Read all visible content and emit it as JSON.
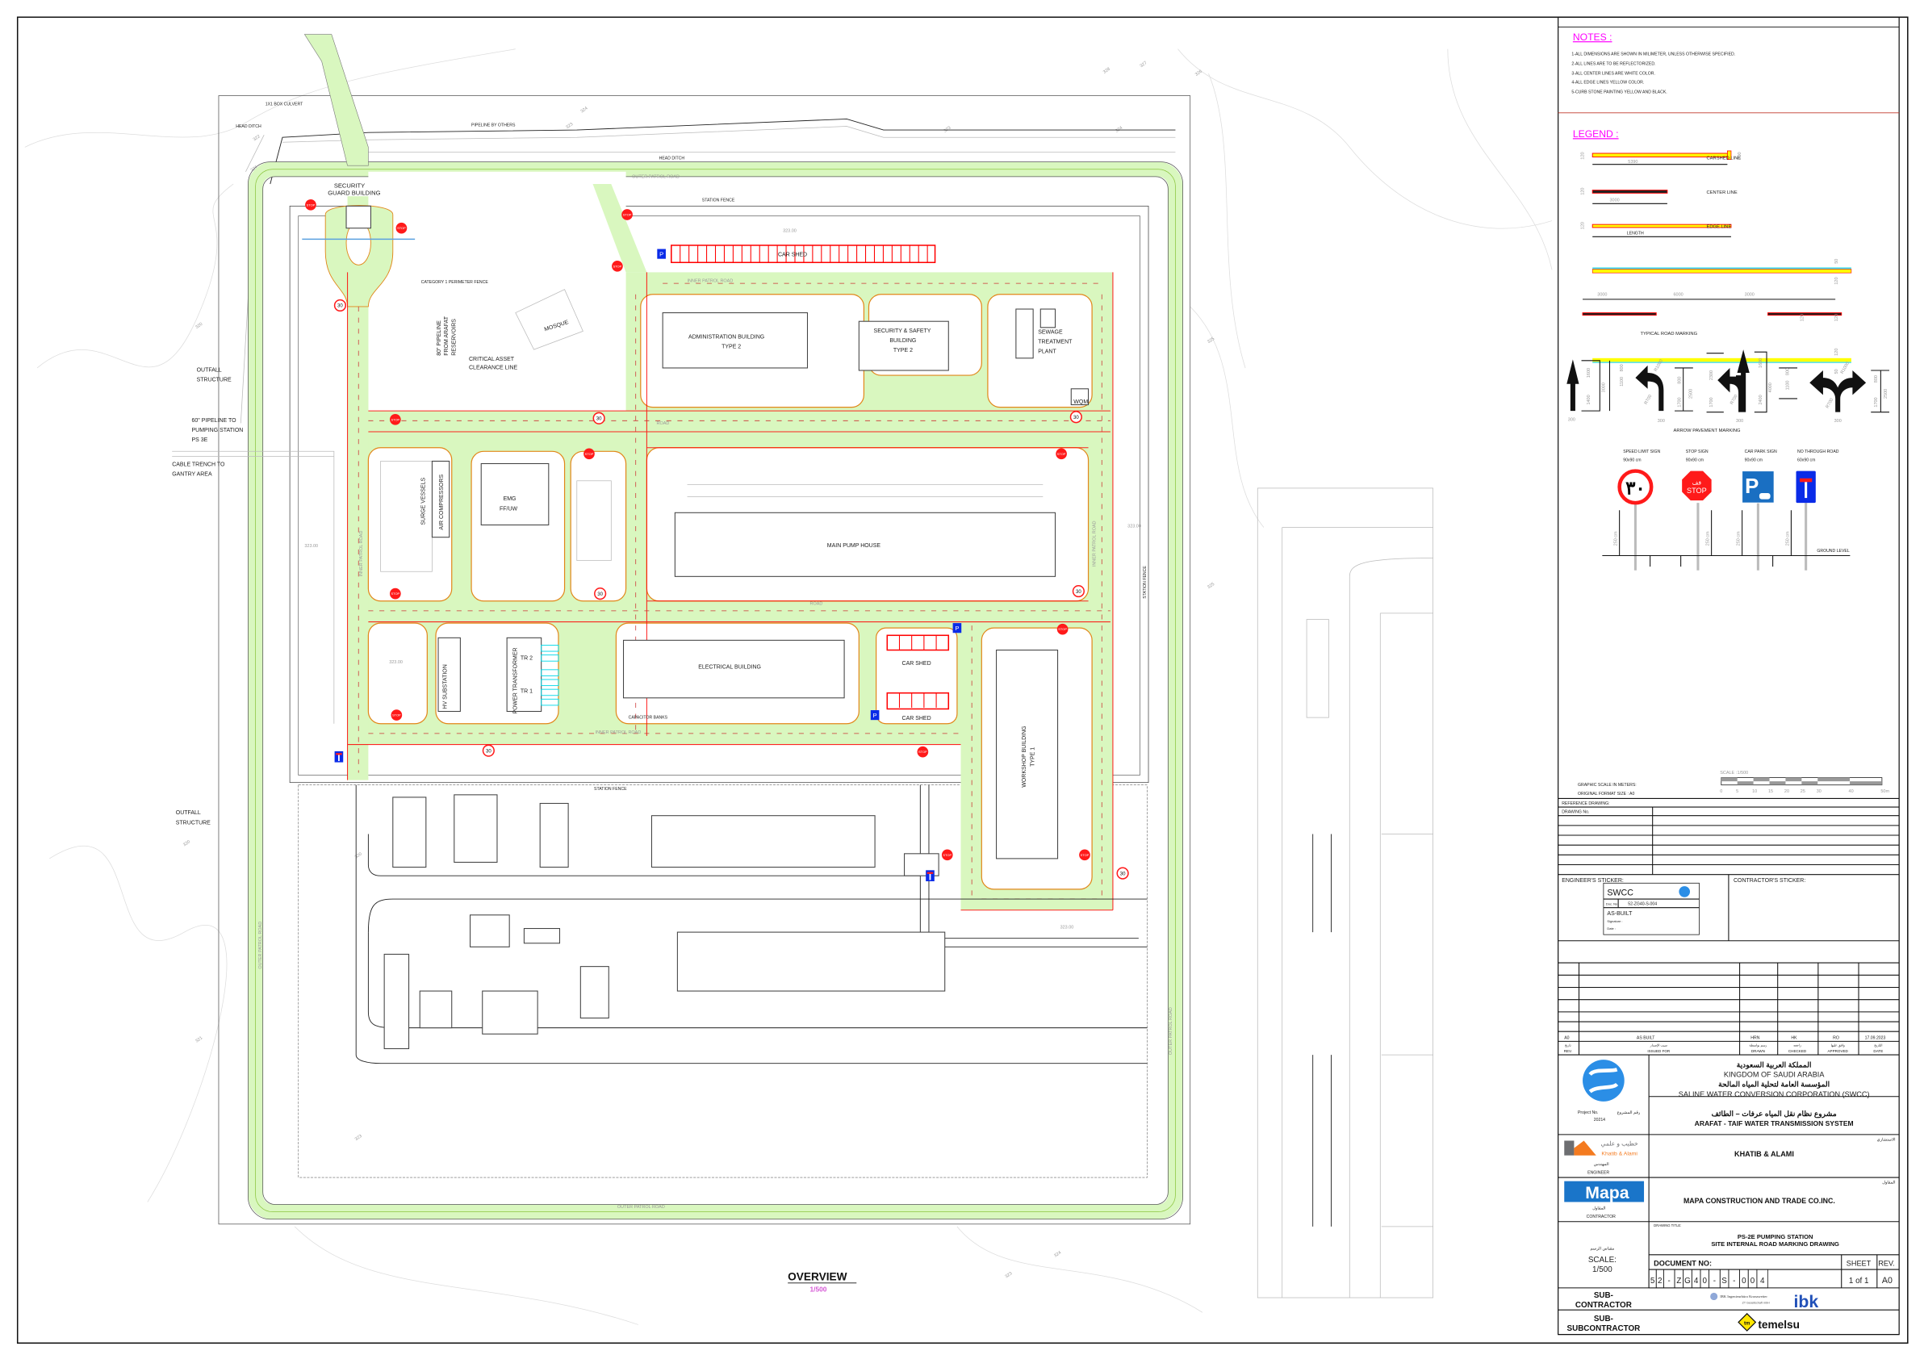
{
  "notes": {
    "title": "NOTES :",
    "items": [
      "1-ALL DIMENSIONS ARE SHOWN IN MILIMETER, UNLESS OTHERWISE SPECIFIED.",
      "2-ALL LINES ARE TO BE REFLECTORIZED.",
      "3-ALL CENTER LINES ARE WHITE COLOR.",
      "4-ALL EDGE LINES YELLOW COLOR.",
      "5-CURB STONE PAINTING YELLOW AND BLACK."
    ]
  },
  "legend": {
    "title": "LEGEND :",
    "lines": [
      {
        "label": "CARSHED LINE",
        "width": "120",
        "length": "5390",
        "height": "700"
      },
      {
        "label": "CENTER LINE",
        "width": "120",
        "length": "3000"
      },
      {
        "label": "EDGE LINE",
        "width": "120",
        "length": "LENGTH"
      }
    ],
    "typical": {
      "label": "TYPICAL ROAD MARKING",
      "dims": [
        "3000",
        "6000",
        "3000"
      ],
      "widths": [
        "50",
        "120",
        "120",
        "120",
        "120",
        "50"
      ]
    },
    "arrows": {
      "label": "ARROW PAVEMENT MARKING",
      "straight": [
        "1600",
        "1400",
        "3000",
        "300"
      ],
      "turn": [
        "1100",
        "800",
        "R1000",
        "R700",
        "800",
        "1700",
        "2500",
        "300"
      ],
      "combo": [
        "2300",
        "1700",
        "R700",
        "1600",
        "2400",
        "4000",
        "300"
      ],
      "split": [
        "1100",
        "800",
        "R1000",
        "R700",
        "800",
        "1700",
        "2500",
        "300"
      ]
    },
    "signs": [
      {
        "name": "SPEED LIMIT SIGN",
        "size": "90x90 cm",
        "glyph": "٣٠"
      },
      {
        "name": "STOP SIGN",
        "size": "90x90 cm",
        "glyph_ar": "قف",
        "glyph": "STOP"
      },
      {
        "name": "CAR PARK SIGN",
        "size": "90x90 cm",
        "glyph": "P"
      },
      {
        "name": "NO THROUGH ROAD",
        "size": "60x90 cm",
        "glyph": ""
      }
    ],
    "pole_height": "250 cm",
    "ground_level": "GROUND LEVEL"
  },
  "scale_block": {
    "scale_label": "SCALE :",
    "scale_value": "1/500",
    "ticks": [
      "0",
      "5",
      "10",
      "15",
      "20",
      "25",
      "30",
      "40",
      "50m"
    ],
    "graphic_scale": "GRAPHIC SCALE IN METERS:",
    "format": "ORIGINAL FORMAT SIZE : A0"
  },
  "reference": {
    "title": "REFERENCE DRAWING:",
    "drawing_no": "DRAWING  No."
  },
  "stickers": {
    "engineer": "ENGINEER'S STICKER:",
    "contractor": "CONTRACTOR'S STICKER:",
    "swcc": "SWCC",
    "doc_label": "Doc. No.",
    "doc_value": "52-ZG40-S-004",
    "status": "AS-BUILT",
    "signature": "Signature :",
    "date": "Date       :"
  },
  "revision": {
    "row": {
      "rev": "A0",
      "issued_for": "AS BUILT",
      "drawn": "HRN",
      "checked": "HK",
      "approved": "RO",
      "date": "17.09.2023"
    },
    "headers": [
      {
        "ar": "تاريخ",
        "en": "REV."
      },
      {
        "ar": "سبب الإصدار",
        "en": "ISSUED FOR"
      },
      {
        "ar": "رسم بواسطة",
        "en": "DRAWN"
      },
      {
        "ar": "راجعه",
        "en": "CHECKED"
      },
      {
        "ar": "وافق عليها",
        "en": "APPROVED"
      },
      {
        "ar": "التاريخ",
        "en": "DATE"
      }
    ]
  },
  "client": {
    "ar_kingdom": "المملكة العربية السعودية",
    "kingdom": "KINGDOM OF SAUDI ARABIA",
    "ar_corp": "المؤسسة العامة لتحلية المياه المالحة",
    "corp": "SALINE WATER CONVERSION CORPORATION (SWCC)",
    "project_label": "Project No.",
    "project_label_ar": "رقم المشروع",
    "project_no": "20214",
    "ar_project": "مشروع نظام نقل المياه عرفات – الطائف",
    "project": "ARAFAT - TAIF WATER TRANSMISSION SYSTEM",
    "brand_color": "#2b8ee6"
  },
  "engineer": {
    "ar_label": "الاستشاري",
    "name": "KHATIB & ALAMI",
    "logo_ar": "خطيب و علمي",
    "logo_en": "Khatib & Alami",
    "role_ar": "المهندس",
    "role": "ENGINEER"
  },
  "contractor": {
    "ar_label": "المقاول",
    "name": "MAPA CONSTRUCTION  AND TRADE CO.INC.",
    "logo": "Mapa",
    "role_ar": "المقاول",
    "role": "CONTRACTOR"
  },
  "drawing": {
    "title_label": "DRAWING TITLE:",
    "title_line1": "PS-2E PUMPING STATION",
    "title_line2": "SITE INTERNAL ROAD MARKING DRAWING",
    "scale_ar": "مقياس الرسم",
    "scale_label": "SCALE:",
    "scale": "1/500",
    "doc_no_label": "DOCUMENT NO:",
    "doc_chars": [
      "5",
      "2",
      "-",
      "Z",
      "G",
      "4",
      "0",
      "-",
      "S",
      "-",
      "0",
      "0",
      "4"
    ],
    "sheet_label": "SHEET",
    "sheet": "1 of 1",
    "rev_label": "REV.",
    "rev": "A0"
  },
  "subs": {
    "sub_label": "SUB-\nCONTRACTOR",
    "sub_label_1": "SUB-",
    "sub_label_2": "CONTRACTOR",
    "subsub_label_1": "SUB-",
    "subsub_label_2": "SUBCONTRACTOR",
    "ibk_text_1": "IBK Ingenieurbüro Kronawetter",
    "ibk_text_2": "ZT Gesellschaft mbH",
    "ibk_logo": "ibk",
    "temelsu": "temelsu",
    "temelsu_mark": "tm"
  },
  "plan": {
    "title": "OVERVIEW",
    "scale": "1/500",
    "labels": {
      "box_culvert": "1X1 BOX CULVERT",
      "head_ditch": "HEAD DITCH",
      "pipeline_others": "PIPELINE BY OTHERS",
      "outer_patrol_road": "OUTER PATROL ROAD",
      "inner_patrol_road": "INNER PATROL ROAD",
      "road": "ROAD",
      "station_fence": "STATION FENCE",
      "security_guard_1": "SECURITY",
      "security_guard_2": "GUARD BUILDING",
      "perimeter_fence": "CATEGORY 1 PERIMETER FENCE",
      "pipeline_80_1": "80\" PIPELINE",
      "pipeline_80_2": "FROM ARAFAT",
      "pipeline_80_3": "RESERVOIRS",
      "mosque": "MOSQUE",
      "clearance_1": "CRITICAL ASSET",
      "clearance_2": "CLEARANCE LINE",
      "car_shed": "CAR SHED",
      "admin_1": "ADMINISTRATION BUILDING",
      "admin_2": "TYPE 2",
      "security_safety_1": "SECURITY & SAFETY",
      "security_safety_2": "BUILDING",
      "security_safety_3": "TYPE 2",
      "sewage_1": "SEWAGE",
      "sewage_2": "TREATMENT",
      "sewage_3": "PLANT",
      "wqm": "WQM",
      "outfall_1": "OUTFALL",
      "outfall_2": "STRUCTURE",
      "pipeline_60_1": "60\" PIPELINE TO",
      "pipeline_60_2": "PUMPING STATION",
      "pipeline_60_3": "PS 3E",
      "cable_trench_1": "CABLE TRENCH TO",
      "cable_trench_2": "GANTRY AREA",
      "surge_vessels": "SURGE VESSELS",
      "air_compressors": "AIR COMPRESSORS",
      "emg_1": "EMG",
      "emg_2": "FF/UW",
      "main_pump_house": "MAIN PUMP HOUSE",
      "hv_substation": "HV SUBSTATION",
      "power_transformer": "POWER TRANSFORMER",
      "tr2": "TR 2",
      "tr1": "TR 1",
      "electrical": "ELECTRICAL BUILDING",
      "capacitor_banks": "CAPACITOR BANKS",
      "workshop_1": "WORKSHOP BUILDING",
      "workshop_2": "TYPE 1",
      "level": "323.00"
    },
    "contours": [
      "324",
      "323",
      "322",
      "321",
      "320",
      "320",
      "325",
      "326",
      "327",
      "328",
      "323",
      "324",
      "325",
      "320",
      "321",
      "323",
      "324",
      "323"
    ],
    "sign_labels": {
      "stop": "STOP",
      "speed": "30",
      "parking": "P"
    },
    "colors": {
      "road": "#d9f7bf",
      "marking_red": "#ff0000",
      "curb": "#e2871a",
      "sign_blue": "#0a2be8",
      "heading_magenta": "#ff00ff"
    }
  }
}
